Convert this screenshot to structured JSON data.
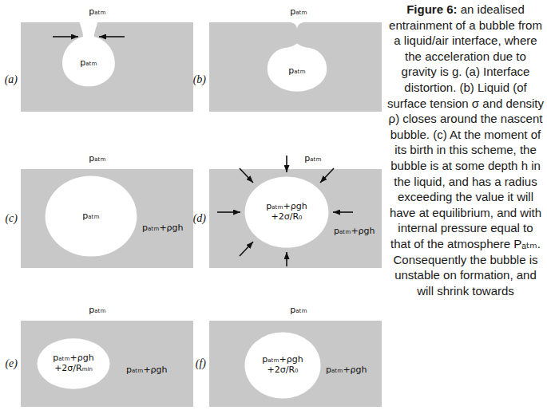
{
  "diagram": {
    "title": "Figure 6:",
    "caption": "an idealised entrainment of a bubble from a liquid/air interface, where the acceleration due to gravity is g. (a) Interface distortion. (b) Liquid (of surface tension σ and density ρ) closes around the nascent bubble. (c) At the moment of its birth in this scheme, the bubble is at some depth h in the liquid, and has a radius exceeding the value it will have at equilibrium, and with internal pressure equal to that of the atmosphere Pₐₜₘ. Consequently the bubble is unstable on formation, and will shrink towards",
    "nodes": [
      {
        "text": [
          "(a)",
          "pₐₜₘ"
        ]
      },
      {
        "text": [
          "pₐₜₘ"
        ],
        "in": 0
      },
      {
        "text": [
          "(b)",
          "pₐₜₘ"
        ]
      },
      {
        "text": [
          "pₐₜₘ"
        ],
        "in": 2
      },
      {
        "text": [
          "(c)",
          "pₐₜₘ",
          "pₐₜₘ+ρgh"
        ]
      },
      {
        "text": [
          "pₐₜₘ"
        ],
        "in": 4
      },
      {
        "text": [
          "(d)",
          "pₐₜₘ",
          "pₐₜₘ+ρgh"
        ]
      },
      {
        "text": [
          "pₐₜₘ+ρgh +2σ/R₀"
        ],
        "in": 6
      },
      {
        "text": [
          "(e)",
          "pₐₜₘ",
          "pₐₜₘ+ρgh"
        ]
      },
      {
        "text": [
          "pₐₜₘ+ρgh +2σ/Rₘᵢₙ"
        ],
        "in": 8
      },
      {
        "text": [
          "(f)",
          "pₐₜₘ",
          "pₐₜₘ+ρgh"
        ]
      },
      {
        "text": [
          "pₐₜₘ+ρgh +2σ/R₀"
        ],
        "in": 10
      }
    ]
  }
}
